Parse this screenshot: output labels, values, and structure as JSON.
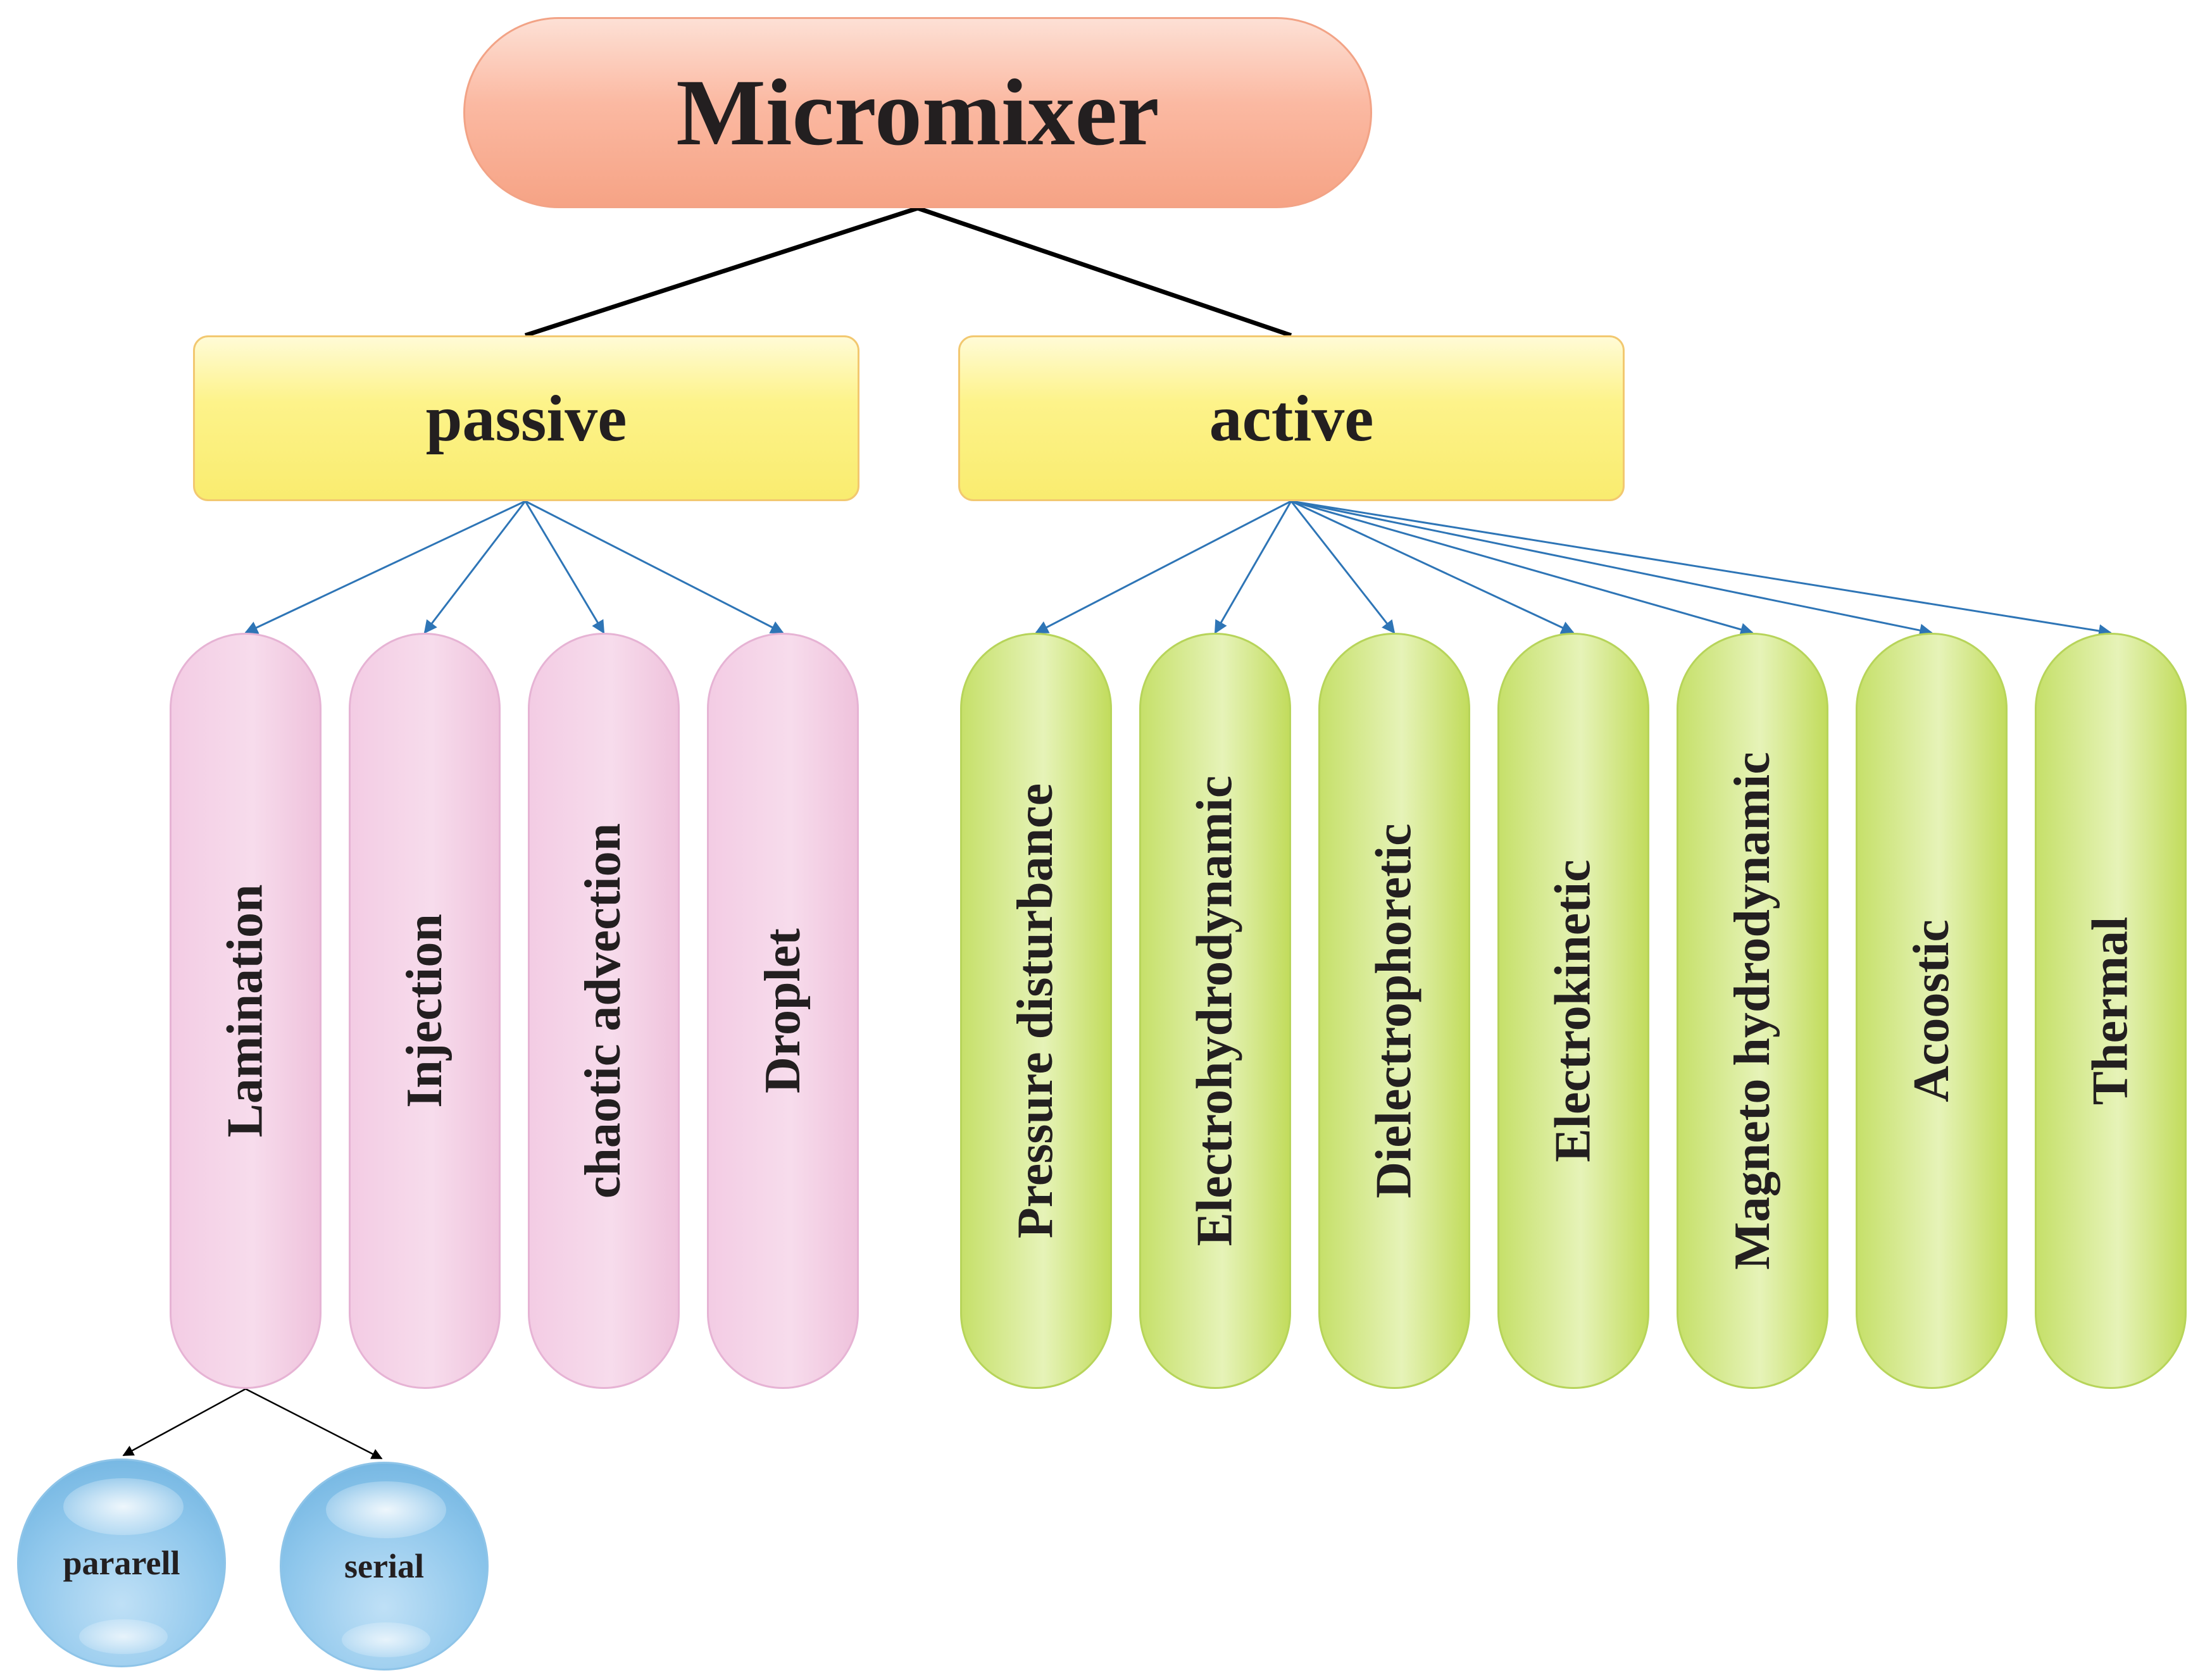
{
  "root": {
    "label": "Micromixer"
  },
  "passive": {
    "label": "passive",
    "children": [
      "Lamination",
      "Injection",
      "chaotic advection",
      "Droplet"
    ]
  },
  "active": {
    "label": "active",
    "children": [
      "Pressure disturbance",
      "Electrohydrodynamic",
      "Dielectrophoretic",
      "Electrokinetic",
      "Magneto hydrodynamic",
      "Acoostic",
      "Thermal"
    ]
  },
  "lamination": {
    "children": [
      "pararell",
      "serial"
    ]
  },
  "colors": {
    "root": "#f8ad91",
    "category": "#fbf07a",
    "passive_methods": "#f5d4e8",
    "active_methods": "#d4ea8c",
    "sub_methods": "#90c6eb",
    "arrows": "#2e75b6",
    "trunk_lines": "#000000"
  }
}
